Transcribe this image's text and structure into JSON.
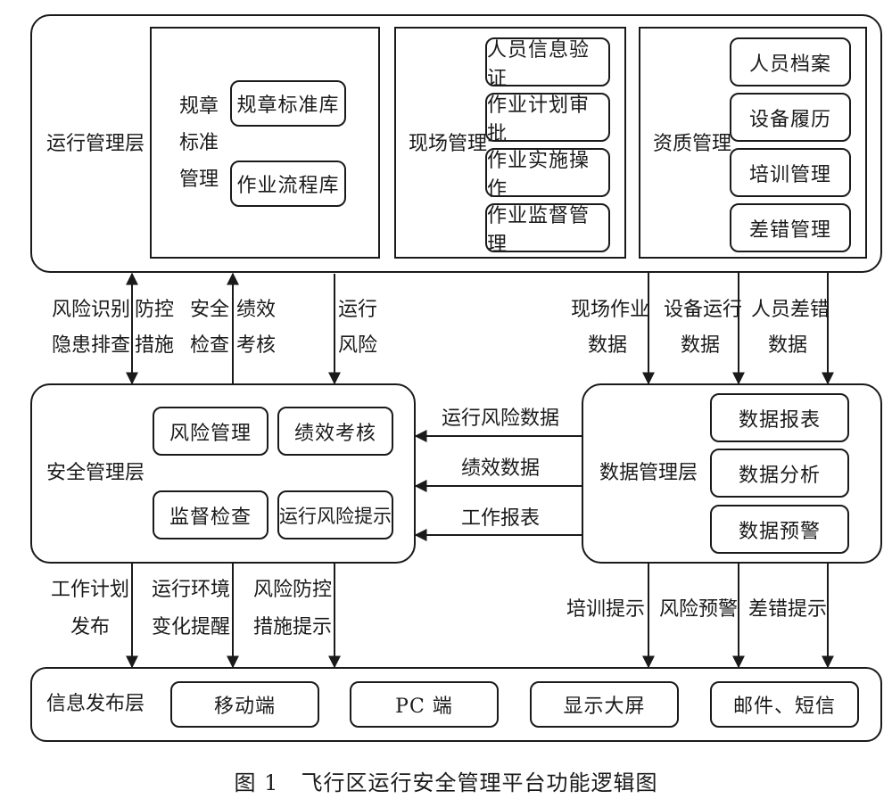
{
  "operation_layer": {
    "label": "运行管理层",
    "rules": {
      "title_lines": [
        "规章",
        "标准",
        "管理"
      ],
      "items": [
        "规章标准库",
        "作业流程库"
      ]
    },
    "field": {
      "title": "现场管理",
      "items": [
        "人员信息验证",
        "作业计划审批",
        "作业实施操作",
        "作业监督管理"
      ]
    },
    "qualification": {
      "title": "资质管理",
      "items": [
        "人员档案",
        "设备履历",
        "培训管理",
        "差错管理"
      ]
    }
  },
  "safety_layer": {
    "label": "安全管理层",
    "items": [
      "风险管理",
      "绩效考核",
      "监督检查",
      "运行风险提示"
    ]
  },
  "data_layer": {
    "label": "数据管理层",
    "items": [
      "数据报表",
      "数据分析",
      "数据预警"
    ]
  },
  "publish_layer": {
    "label": "信息发布层",
    "items": [
      "移动端",
      "PC 端",
      "显示大屏",
      "邮件、短信"
    ]
  },
  "flows": {
    "risk_identify": [
      "风险识别",
      "隐患排查"
    ],
    "prevention": [
      "防控",
      "措施"
    ],
    "safety_check": [
      "安全",
      "检查"
    ],
    "performance": [
      "绩效",
      "考核"
    ],
    "operation_risk": [
      "运行",
      "风险"
    ],
    "field_data": [
      "现场作业",
      "数据"
    ],
    "equipment_data": [
      "设备运行",
      "数据"
    ],
    "staff_error_data": [
      "人员差错",
      "数据"
    ],
    "op_risk_data": "运行风险数据",
    "perf_data": "绩效数据",
    "work_report": "工作报表",
    "work_plan": [
      "工作计划",
      "发布"
    ],
    "env_change": [
      "运行环境",
      "变化提醒"
    ],
    "risk_measure_tip": [
      "风险防控",
      "措施提示"
    ],
    "training_tip": "培训提示",
    "risk_warning": "风险预警",
    "error_tip": "差错提示"
  },
  "caption": "图 1　飞行区运行安全管理平台功能逻辑图"
}
